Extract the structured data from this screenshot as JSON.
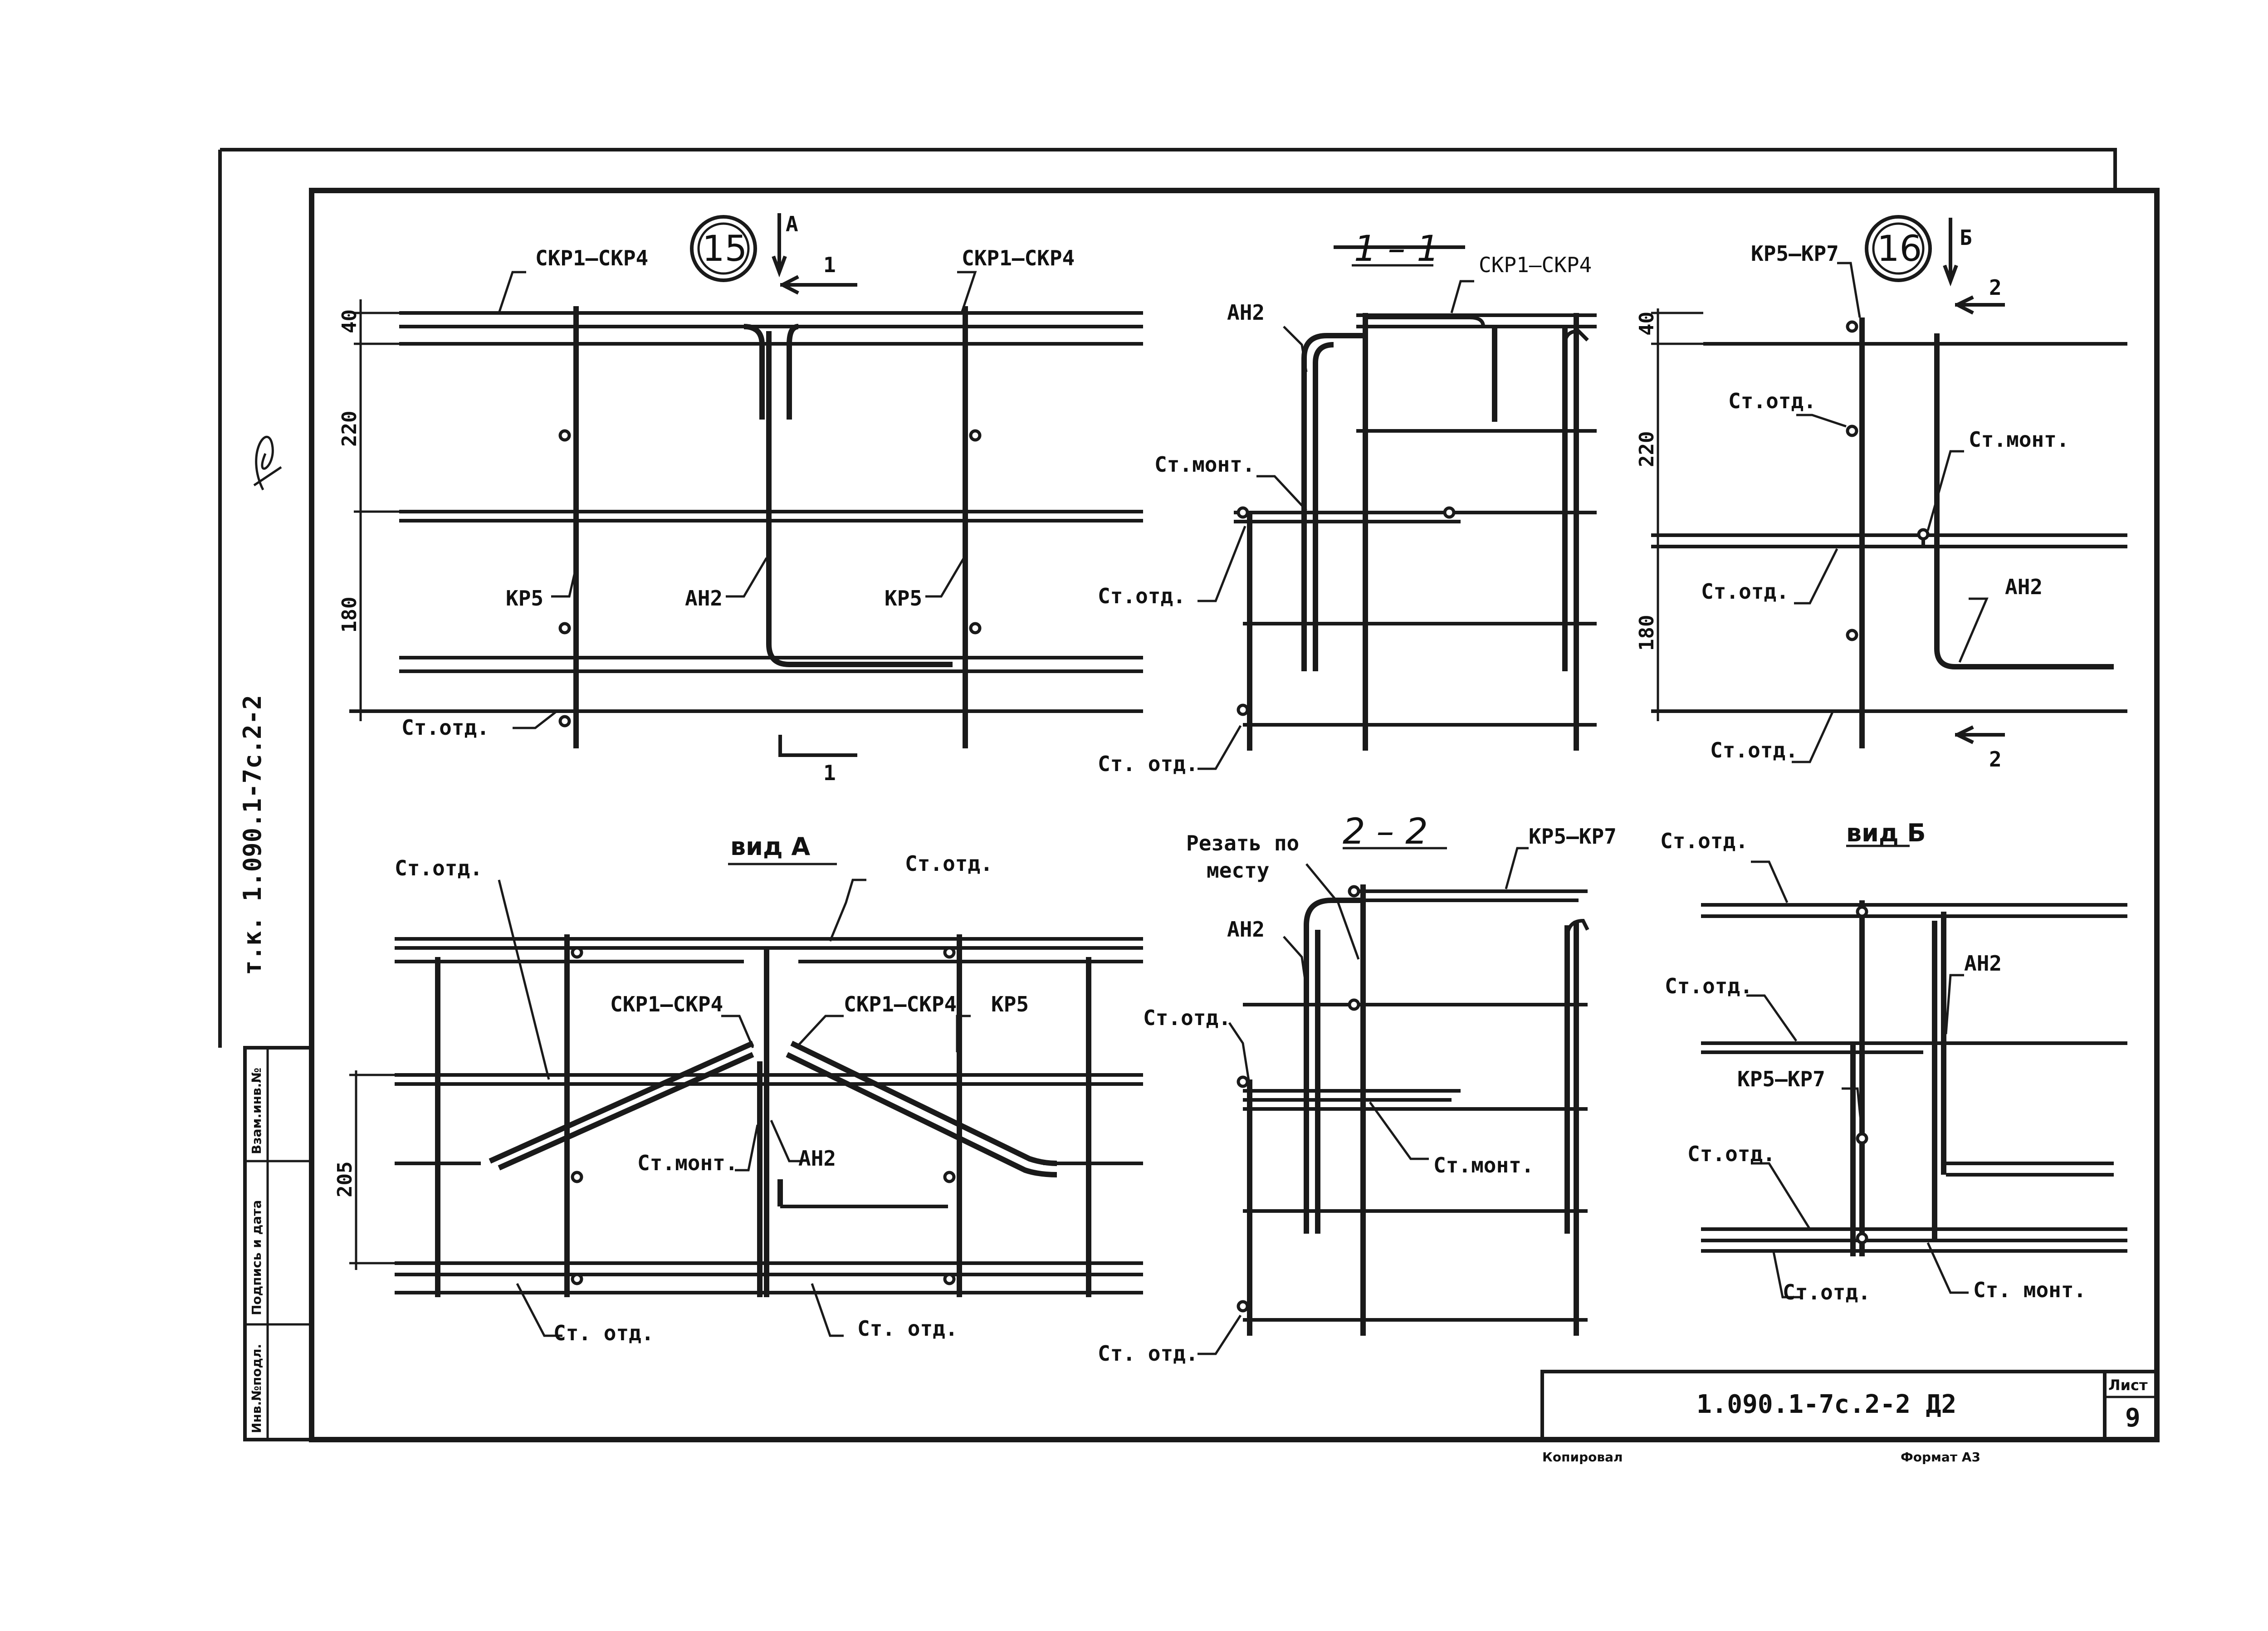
{
  "drawing": {
    "side_code": "т.к. 1.090.1-7с.2-2",
    "side_stamp": [
      "Инв.№подл.",
      "Подпись и дата",
      "Взам.инв.№"
    ],
    "title_block": {
      "code": "1.090.1-7с.2-2 Д2",
      "sheet_label": "Лист",
      "sheet_number": "9"
    },
    "footer": {
      "left": "Копировал",
      "right": "Формат А3"
    }
  },
  "node15": {
    "circle": "15",
    "view_arrow": "А",
    "section_mark": "1",
    "labels": {
      "ckp_left": "СКР1–СКР4",
      "ckp_right": "СКР1–СКР4",
      "kp5_left": "КР5",
      "ah2": "АН2",
      "kp5_right": "КР5",
      "st_otd": "Ст.отд."
    },
    "dims": [
      "40",
      "220",
      "180"
    ]
  },
  "section11": {
    "title": "1 – 1",
    "labels": {
      "ckp": "СКР1–СКР4",
      "ah2": "АН2",
      "st_mont": "Ст.монт.",
      "st_otd1": "Ст.отд.",
      "st_otd2": "Ст. отд."
    }
  },
  "node16": {
    "circle": "16",
    "view_arrow": "Б",
    "section_mark": "2",
    "labels": {
      "kp": "КР5–КР7",
      "st_otd1": "Ст.отд.",
      "st_mont": "Ст.монт.",
      "st_otd2": "Ст.отд.",
      "ah2": "АН2",
      "st_otd3": "Ст.отд."
    },
    "dims": [
      "40",
      "220",
      "180"
    ]
  },
  "viewA": {
    "title": "вид А",
    "labels": {
      "st_otd_left": "Ст.отд.",
      "st_otd_right": "Ст.отд.",
      "ckp_left": "СКР1–СКР4",
      "ckp_right": "СКР1–СКР4",
      "kp5": "КР5",
      "st_mont": "Ст.монт.",
      "ah2": "АН2",
      "st_otd_b1": "Ст. отд.",
      "st_otd_b2": "Ст. отд."
    },
    "dims": [
      "205"
    ]
  },
  "section22": {
    "title": "2 – 2",
    "note": [
      "Резать по",
      "месту"
    ],
    "labels": {
      "kp": "КР5–КР7",
      "ah2": "АН2",
      "st_otd1": "Ст.отд.",
      "st_mont": "Ст.монт.",
      "st_otd2": "Ст. отд."
    }
  },
  "viewB": {
    "title": "вид Б",
    "labels": {
      "st_otd1": "Ст.отд.",
      "st_otd2": "Ст.отд.",
      "ah2": "АН2",
      "kp": "КР5–КР7",
      "st_otd3": "Ст.отд.",
      "st_otd4": "Ст.отд.",
      "st_mont": "Ст. монт."
    }
  }
}
